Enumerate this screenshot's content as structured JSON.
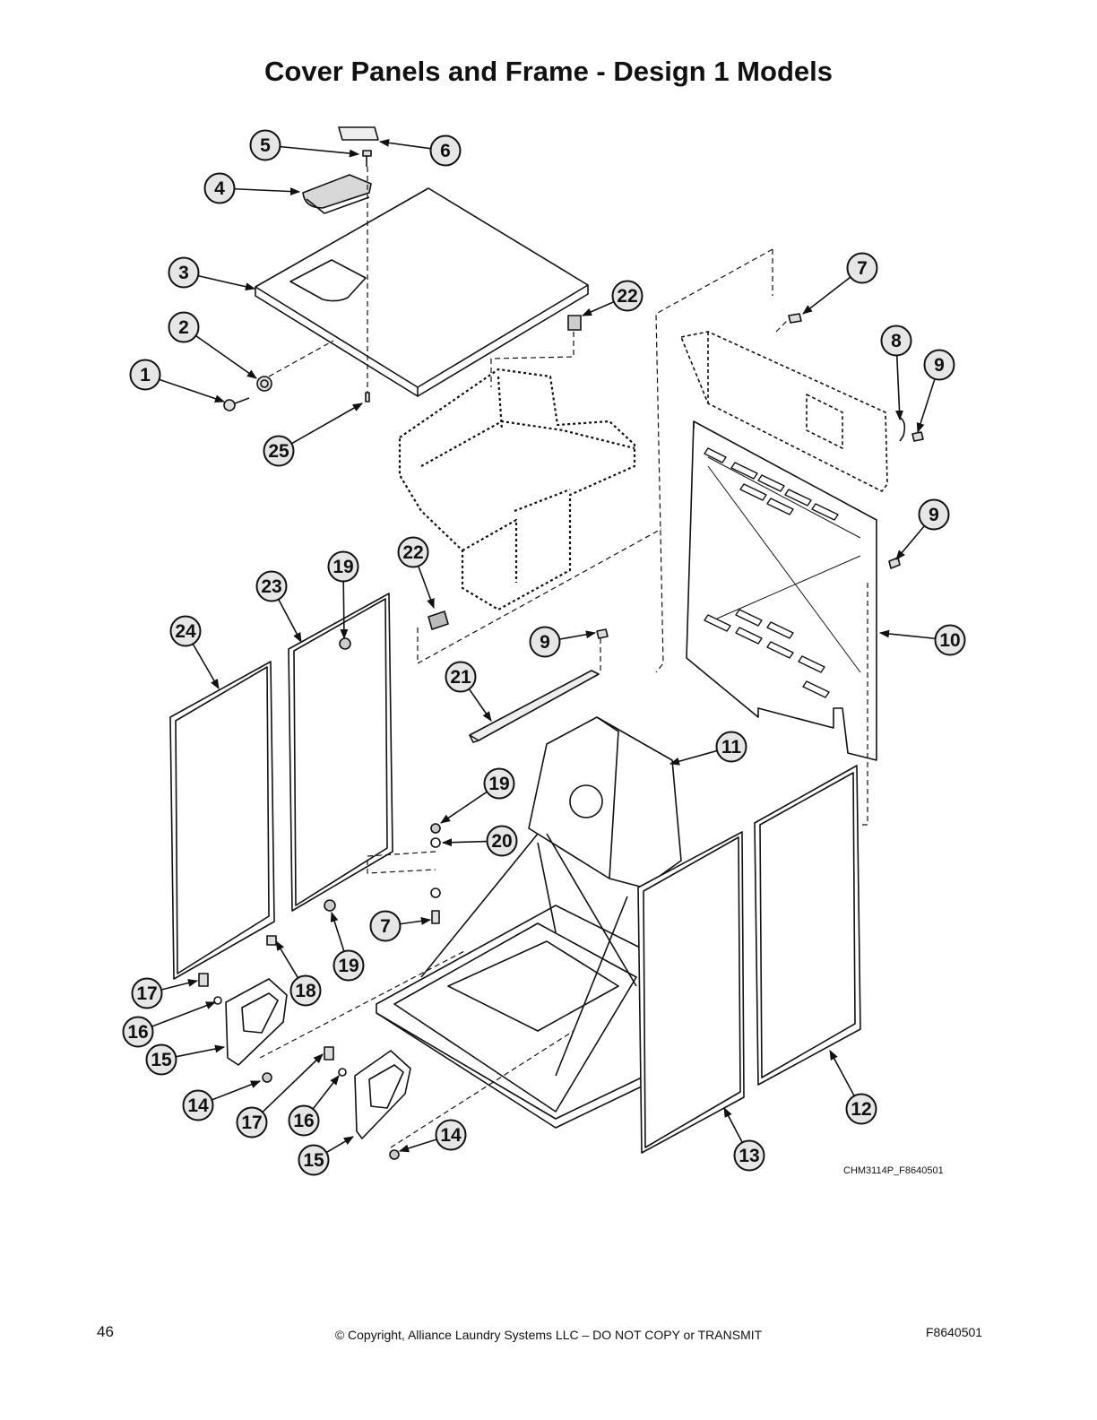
{
  "title": "Cover Panels and Frame - Design 1 Models",
  "diagram_code": "CHM3114P_F8640501",
  "footer": {
    "page_number": "46",
    "copyright": "© Copyright, Alliance Laundry Systems LLC – DO NOT COPY or TRANSMIT",
    "doc_number": "F8640501"
  },
  "callouts": [
    {
      "id": "c5",
      "label": "5"
    },
    {
      "id": "c6",
      "label": "6"
    },
    {
      "id": "c4",
      "label": "4"
    },
    {
      "id": "c3",
      "label": "3"
    },
    {
      "id": "c7a",
      "label": "7"
    },
    {
      "id": "c22a",
      "label": "22"
    },
    {
      "id": "c2",
      "label": "2"
    },
    {
      "id": "c8",
      "label": "8"
    },
    {
      "id": "c9a",
      "label": "9"
    },
    {
      "id": "c1",
      "label": "1"
    },
    {
      "id": "c25",
      "label": "25"
    },
    {
      "id": "c9b",
      "label": "9"
    },
    {
      "id": "c19a",
      "label": "19"
    },
    {
      "id": "c22b",
      "label": "22"
    },
    {
      "id": "c23",
      "label": "23"
    },
    {
      "id": "c24",
      "label": "24"
    },
    {
      "id": "c9c",
      "label": "9"
    },
    {
      "id": "c10",
      "label": "10"
    },
    {
      "id": "c21",
      "label": "21"
    },
    {
      "id": "c11",
      "label": "11"
    },
    {
      "id": "c19b",
      "label": "19"
    },
    {
      "id": "c20",
      "label": "20"
    },
    {
      "id": "c7b",
      "label": "7"
    },
    {
      "id": "c19c",
      "label": "19"
    },
    {
      "id": "c17a",
      "label": "17"
    },
    {
      "id": "c18",
      "label": "18"
    },
    {
      "id": "c16a",
      "label": "16"
    },
    {
      "id": "c15a",
      "label": "15"
    },
    {
      "id": "c14a",
      "label": "14"
    },
    {
      "id": "c17b",
      "label": "17"
    },
    {
      "id": "c16b",
      "label": "16"
    },
    {
      "id": "c14b",
      "label": "14"
    },
    {
      "id": "c15b",
      "label": "15"
    },
    {
      "id": "c12",
      "label": "12"
    },
    {
      "id": "c13",
      "label": "13"
    }
  ]
}
